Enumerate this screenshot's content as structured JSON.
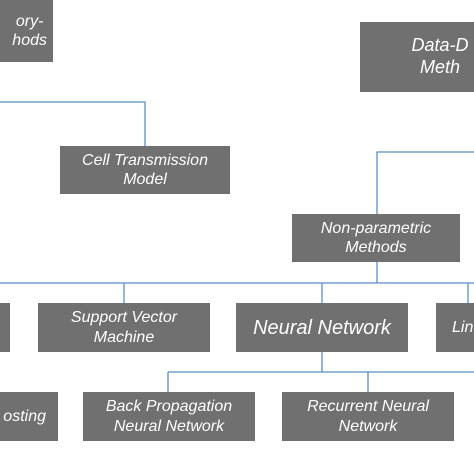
{
  "diagram": {
    "nodes": {
      "theory": {
        "line1": "ory-",
        "line2": "hods"
      },
      "data_driven": {
        "line1": "Data-D",
        "line2": "Meth"
      },
      "ctm": {
        "line1": "Cell Transmission",
        "line2": "Model"
      },
      "nonparam": {
        "line1": "Non-parametric",
        "line2": "Methods"
      },
      "svm": {
        "line1": "Support Vector",
        "line2": "Machine"
      },
      "nn": {
        "line1": "Neural Network"
      },
      "lin": {
        "line1": "Lin"
      },
      "boosting": {
        "line1": "osting"
      },
      "bpnn": {
        "line1": "Back Propagation",
        "line2": "Neural Network"
      },
      "rnn": {
        "line1": "Recurrent Neural",
        "line2": "Network"
      }
    },
    "colors": {
      "node_fill": "#707070",
      "node_text": "#ffffff",
      "connector": "#5b8ec4"
    }
  }
}
